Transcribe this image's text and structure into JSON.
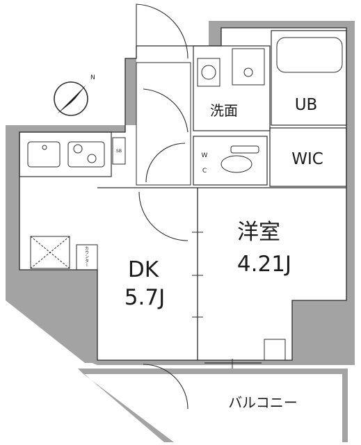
{
  "rooms": {
    "dk": {
      "name": "DK",
      "size": "5.7J"
    },
    "western": {
      "name": "洋室",
      "size": "4.21J"
    },
    "washroom": {
      "name": "洗面"
    },
    "bath": {
      "name": "UB"
    },
    "closet": {
      "name": "WIC"
    },
    "toilet": {
      "name_top": "W",
      "name_bottom": "C"
    },
    "shoebox": {
      "name": "SB"
    },
    "counter": {
      "name": "カウンター"
    },
    "balcony": {
      "name": "バルコニー"
    }
  },
  "compass": {
    "label": "N"
  },
  "colors": {
    "wall": "#a3a3a3",
    "line": "#2b2b2b",
    "floor": "#ffffff"
  }
}
